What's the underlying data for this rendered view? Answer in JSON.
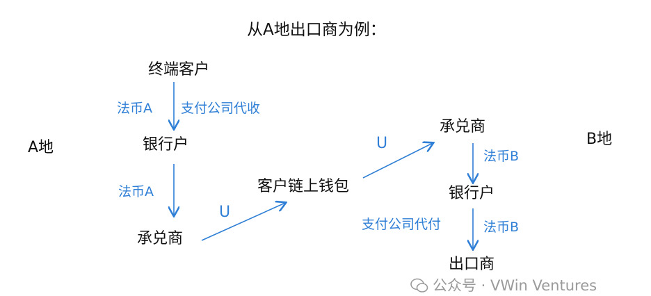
{
  "title": "从A地出口商为例：",
  "region_a": "A地",
  "region_b": "B地",
  "nodes": {
    "end_customer": "终端客户",
    "bank_a": "银行户",
    "acceptor_a": "承兑商",
    "wallet": "客户链上钱包",
    "acceptor_b": "承兑商",
    "bank_b": "银行户",
    "exporter": "出口商"
  },
  "edges": {
    "fiat_a_1": "法币A",
    "collect": "支付公司代收",
    "fiat_a_2": "法币A",
    "u_1": "U",
    "u_2": "U",
    "fiat_b_1": "法币B",
    "payout": "支付公司代付",
    "fiat_b_2": "法币B"
  },
  "watermark": "公众号 · VWin Ventures",
  "colors": {
    "ink": "#111111",
    "blue": "#2f7fd6",
    "watermark": "#9a9a9a"
  }
}
